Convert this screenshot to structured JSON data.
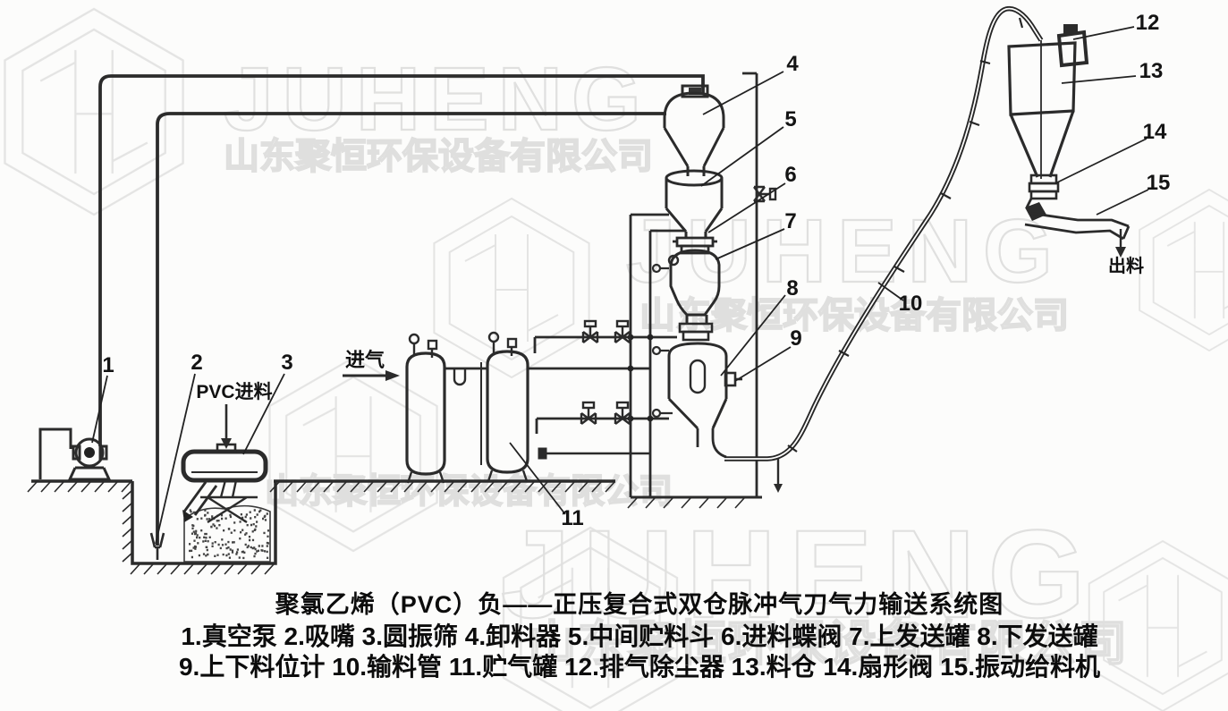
{
  "watermark": {
    "brand": "JUHENG",
    "company": "山东聚恒环保设备有限公司"
  },
  "title": "聚氯乙烯（PVC）负——正压复合式双仓脉冲气刀气力输送系统图",
  "labels": {
    "pvc_feed": "PVC进料",
    "air_inlet": "进气",
    "discharge": "出料"
  },
  "components": [
    {
      "num": "1",
      "name": "真空泵"
    },
    {
      "num": "2",
      "name": "吸嘴"
    },
    {
      "num": "3",
      "name": "圆振筛"
    },
    {
      "num": "4",
      "name": "卸料器"
    },
    {
      "num": "5",
      "name": "中间贮料斗"
    },
    {
      "num": "6",
      "name": "进料蝶阀"
    },
    {
      "num": "7",
      "name": "上发送罐"
    },
    {
      "num": "8",
      "name": "下发送罐"
    },
    {
      "num": "9",
      "name": "上下料位计"
    },
    {
      "num": "10",
      "name": "输料管"
    },
    {
      "num": "11",
      "name": "贮气罐"
    },
    {
      "num": "12",
      "name": "排气除尘器"
    },
    {
      "num": "13",
      "name": "料仓"
    },
    {
      "num": "14",
      "name": "扇形阀"
    },
    {
      "num": "15",
      "name": "振动给料机"
    }
  ],
  "legend": {
    "row_split": 8
  },
  "colors": {
    "line": "#2b2b2b",
    "watermark": "#c8c8c8",
    "paper": "#fcfcfb"
  }
}
